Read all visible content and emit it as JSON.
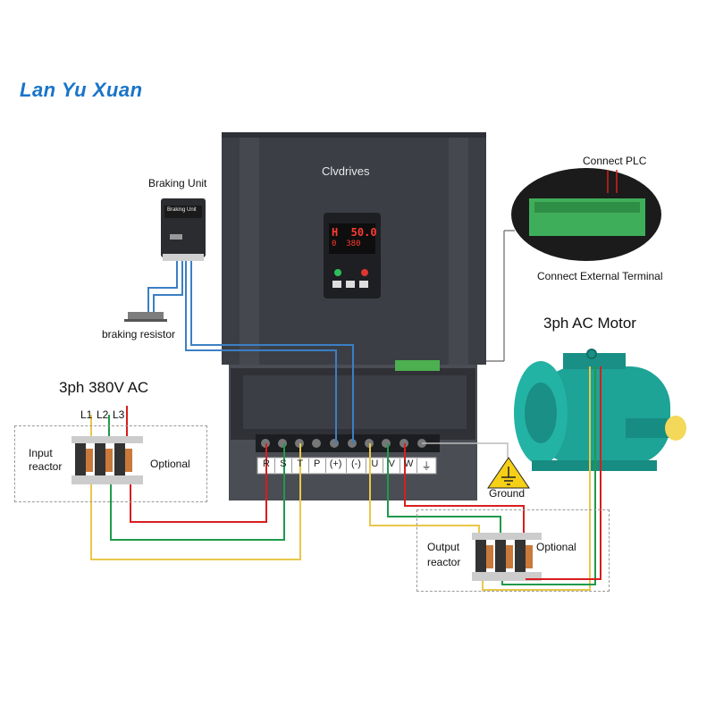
{
  "logo": {
    "text": "Lan Yu Xuan"
  },
  "drive": {
    "brand": "Clvdrives",
    "display_line1": "H  50.0",
    "display_line2": "0  380"
  },
  "braking_unit": {
    "label": "Braking Unit",
    "device_text": "Braking Unit"
  },
  "braking_resistor": {
    "label": "braking resistor"
  },
  "plc": {
    "connect_plc": "Connect PLC",
    "connect_terminal": "Connect External Terminal"
  },
  "motor": {
    "label": "3ph AC Motor"
  },
  "supply": {
    "label": "3ph 380V AC",
    "lines": [
      "L1",
      "L2",
      "L3"
    ]
  },
  "input_reactor": {
    "label_line1": "Input",
    "label_line2": "reactor",
    "optional": "Optional"
  },
  "output_reactor": {
    "label_line1": "Output",
    "label_line2": "reactor",
    "optional": "Optional"
  },
  "ground": {
    "label": "Ground"
  },
  "terminals": [
    "R",
    "S",
    "T",
    "P",
    "(+)",
    "(-)",
    "U",
    "V",
    "W",
    "⏚"
  ],
  "colors": {
    "red": "#d81e1e",
    "green": "#1f9a4a",
    "yellow": "#e8c84a",
    "blue": "#3b7fc4",
    "drive_body": "#3b3e45"
  }
}
